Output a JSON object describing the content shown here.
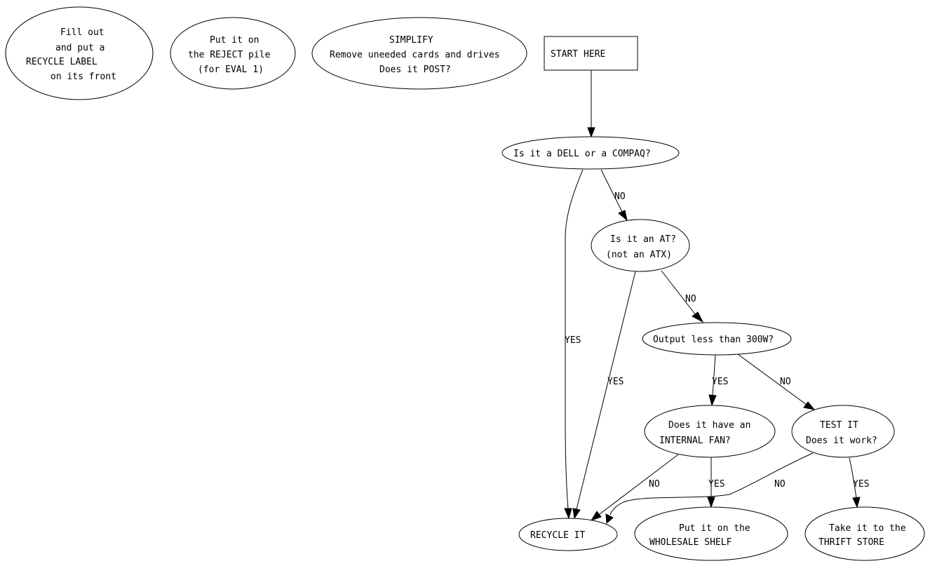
{
  "diagram": {
    "type": "flowchart",
    "nodes": {
      "fill_out_label": {
        "lines": [
          "Fill out",
          "and put a",
          "RECYCLE LABEL",
          "on its front"
        ]
      },
      "reject_pile": {
        "lines": [
          "Put it on",
          "the REJECT pile",
          "(for EVAL 1)"
        ]
      },
      "simplify": {
        "lines": [
          "SIMPLIFY",
          "Remove uneeded cards and drives",
          "Does it POST?"
        ]
      },
      "start": {
        "lines": [
          "START HERE"
        ]
      },
      "dell_compaq": {
        "lines": [
          "Is it a DELL or a COMPAQ?"
        ]
      },
      "is_at": {
        "lines": [
          "Is it an AT?",
          "(not an ATX)"
        ]
      },
      "output_300w": {
        "lines": [
          "Output less than 300W?"
        ]
      },
      "internal_fan": {
        "lines": [
          "Does it have an",
          "INTERNAL FAN?"
        ]
      },
      "test_it": {
        "lines": [
          "TEST IT",
          "Does it work?"
        ]
      },
      "recycle": {
        "lines": [
          "RECYCLE IT"
        ]
      },
      "wholesale": {
        "lines": [
          "Put it on the",
          "WHOLESALE SHELF"
        ]
      },
      "thrift": {
        "lines": [
          "Take it to the",
          "THRIFT STORE"
        ]
      }
    },
    "edges": [
      {
        "from": "start",
        "to": "dell_compaq",
        "label": ""
      },
      {
        "from": "dell_compaq",
        "to": "is_at",
        "label": "NO"
      },
      {
        "from": "dell_compaq",
        "to": "recycle",
        "label": "YES"
      },
      {
        "from": "is_at",
        "to": "output_300w",
        "label": "NO"
      },
      {
        "from": "is_at",
        "to": "recycle",
        "label": "YES"
      },
      {
        "from": "output_300w",
        "to": "internal_fan",
        "label": "YES"
      },
      {
        "from": "output_300w",
        "to": "test_it",
        "label": "NO"
      },
      {
        "from": "internal_fan",
        "to": "recycle",
        "label": "NO"
      },
      {
        "from": "internal_fan",
        "to": "wholesale",
        "label": "YES"
      },
      {
        "from": "test_it",
        "to": "recycle",
        "label": "NO"
      },
      {
        "from": "test_it",
        "to": "thrift",
        "label": "YES"
      }
    ]
  }
}
